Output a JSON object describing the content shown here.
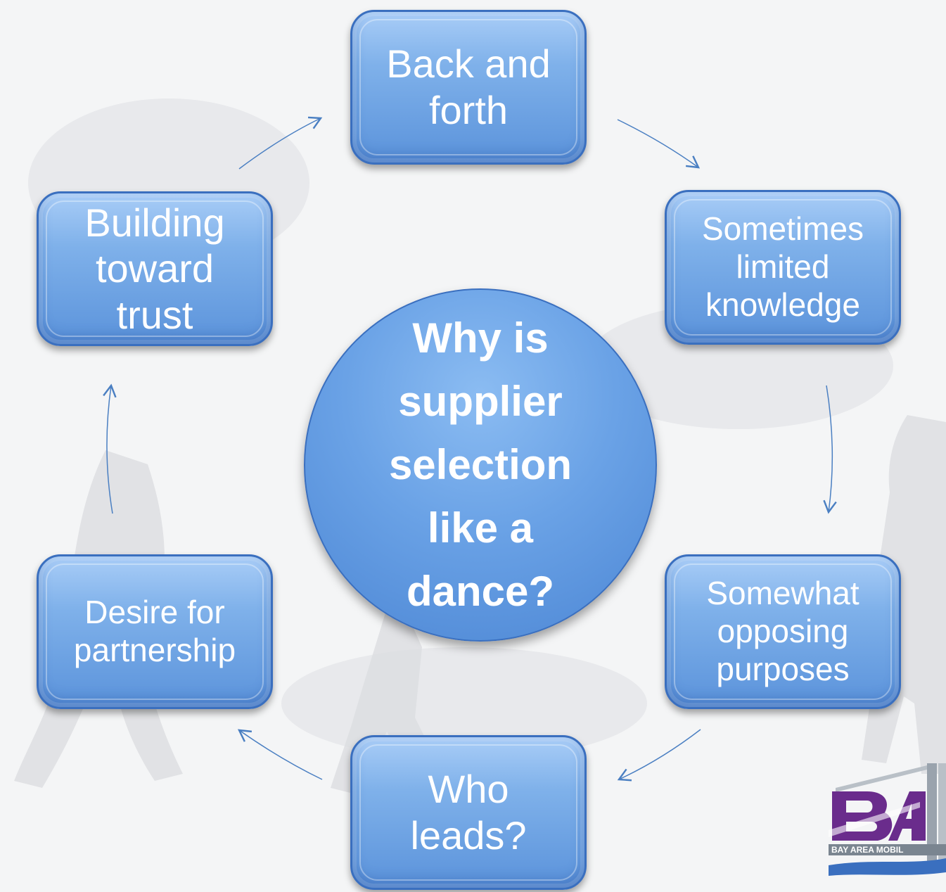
{
  "center_question": "Why is\nsupplier\nselection\nlike a\ndance?",
  "cycle_steps": [
    "Back and\nforth",
    "Sometimes\nlimited\nknowledge",
    "Somewhat\nopposing\npurposes",
    "Who\nleads?",
    "Desire for\npartnership",
    "Building\ntoward\ntrust"
  ],
  "logo": {
    "letters": "BA",
    "tagline": "BAY AREA MOBIL"
  },
  "colors": {
    "box_fill": "#7fb1ea",
    "box_border": "#3a6fbf",
    "arrow": "#4a7fc2",
    "logo_purple": "#6a2c8c"
  }
}
